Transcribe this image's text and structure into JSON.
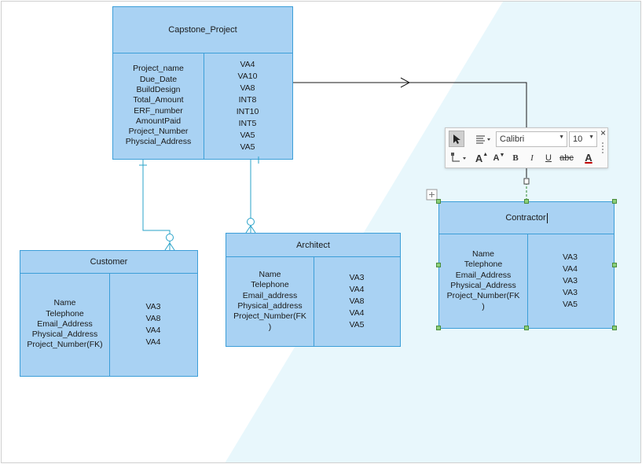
{
  "entities": {
    "capstone": {
      "title": "Capstone_Project",
      "fields": [
        "Project_name",
        "Due_Date",
        "BuildDesign",
        "Total_Amount",
        "ERF_number",
        "AmountPaid",
        "Project_Number",
        "Physcial_Address"
      ],
      "types": [
        "VA4",
        "VA10",
        "VA8",
        "INT8",
        "INT10",
        "INT5",
        "VA5",
        "VA5"
      ]
    },
    "customer": {
      "title": "Customer",
      "fields": [
        "Name",
        "Telephone",
        "Email_Address",
        "Physical_Address",
        "Project_Number(FK)"
      ],
      "types": [
        "VA3",
        "VA8",
        "VA4",
        "VA4"
      ]
    },
    "architect": {
      "title": "Architect",
      "fields": [
        "Name",
        "Telephone",
        "Email_address",
        "Physical_address",
        "Project_Number(FK",
        ")"
      ],
      "types": [
        "VA3",
        "VA4",
        "VA8",
        "VA4",
        "VA5"
      ]
    },
    "contractor": {
      "title": "Contractor",
      "fields": [
        "Name",
        "Telephone",
        "Email_Address",
        "Physical_Address",
        "Project_Number(FK",
        ")"
      ],
      "types": [
        "VA3",
        "VA4",
        "VA3",
        "VA3",
        "VA5"
      ]
    }
  },
  "toolbar": {
    "font_name": "Calibri",
    "font_size": "10",
    "close_glyph": "×",
    "pointer_icon": "pointer-icon",
    "align_icon": "align-icon",
    "connector_icon": "connector-icon",
    "grow_font_label": "A",
    "shrink_font_label": "A",
    "bold_label": "B",
    "italic_label": "I",
    "underline_label": "U",
    "strike_label": "abc",
    "font_color_label": "A",
    "font_color": "#c00000"
  },
  "colors": {
    "entity_fill": "#a9d2f3",
    "entity_border": "#3c9ed8",
    "connector": "#2aa3c9",
    "background_accent": "#e8f7fc"
  }
}
